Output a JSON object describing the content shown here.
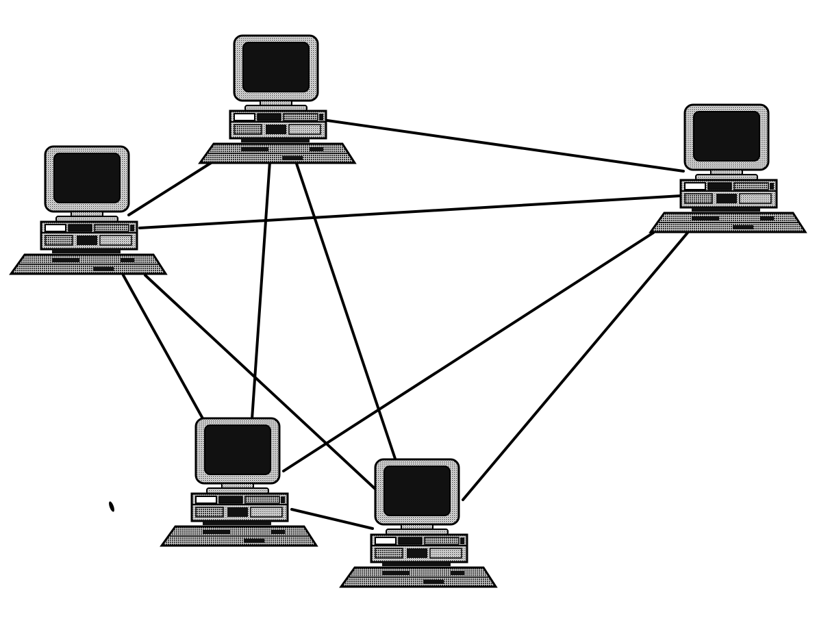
{
  "diagram": {
    "type": "mesh-network",
    "node_icon": "desktop-computer-icon",
    "link_style": "solid-line",
    "colors": {
      "background": "#ffffff",
      "ink": "#000000",
      "halftone": "#8a8a8a",
      "screen": "#111111"
    },
    "nodes": [
      {
        "id": "pc-top"
      },
      {
        "id": "pc-left"
      },
      {
        "id": "pc-right"
      },
      {
        "id": "pc-bottom-left"
      },
      {
        "id": "pc-bottom-center"
      }
    ],
    "links": [
      {
        "from": "pc-top",
        "to": "pc-left"
      },
      {
        "from": "pc-top",
        "to": "pc-right"
      },
      {
        "from": "pc-top",
        "to": "pc-bottom-left"
      },
      {
        "from": "pc-top",
        "to": "pc-bottom-center"
      },
      {
        "from": "pc-left",
        "to": "pc-right"
      },
      {
        "from": "pc-left",
        "to": "pc-bottom-left"
      },
      {
        "from": "pc-left",
        "to": "pc-bottom-center"
      },
      {
        "from": "pc-right",
        "to": "pc-bottom-left"
      },
      {
        "from": "pc-right",
        "to": "pc-bottom-center"
      },
      {
        "from": "pc-bottom-left",
        "to": "pc-bottom-center"
      }
    ]
  }
}
